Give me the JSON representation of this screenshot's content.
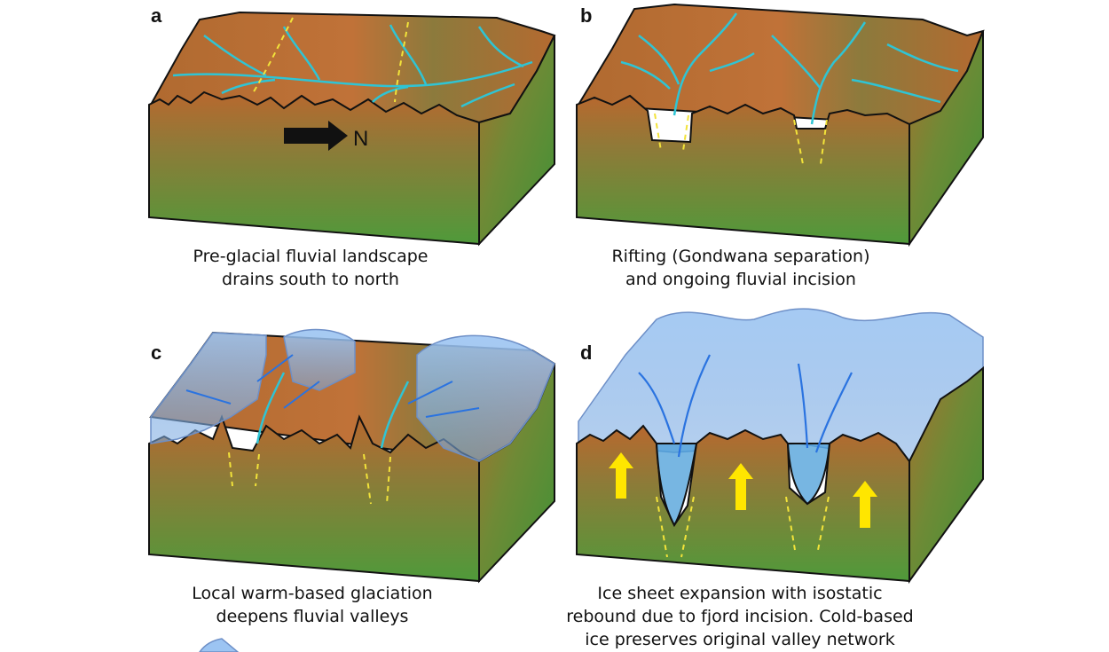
{
  "panels": {
    "a": {
      "letter": "a",
      "caption": [
        "Pre-glacial fluvial landscape",
        "drains south to north"
      ],
      "direction_label": "N"
    },
    "b": {
      "letter": "b",
      "caption": [
        "Rifting (Gondwana separation)",
        "and ongoing fluvial incision"
      ]
    },
    "c": {
      "letter": "c",
      "caption": [
        "Local warm-based glaciation",
        "deepens fluvial valleys"
      ]
    },
    "d": {
      "letter": "d",
      "caption": [
        "Ice sheet expansion with isostatic",
        "rebound due to fjord incision. Cold-based",
        "ice preserves original valley network"
      ]
    }
  },
  "colors": {
    "rock_top": "#b8682e",
    "rock_mid": "#8a7a3a",
    "ground_green": "#4f9a3a",
    "river": "#2fc4d4",
    "fault": "#f2e33a",
    "ice": "#8fbcee",
    "ice_flow": "#2a73e0",
    "uplift_arrow": "#ffe600",
    "outline": "#111111"
  }
}
